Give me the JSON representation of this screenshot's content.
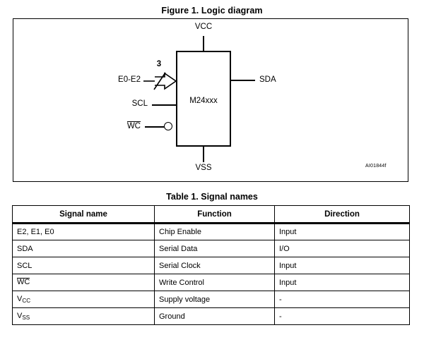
{
  "figure": {
    "title": "Figure 1. Logic diagram",
    "chip_label": "M24xxx",
    "reference_code": "AI01844f",
    "pins": {
      "vcc": "VCC",
      "vss": "VSS",
      "sda": "SDA",
      "scl": "SCL",
      "wc": "WC",
      "e_bus": "E0-E2",
      "bus_width": "3"
    }
  },
  "table": {
    "title": "Table 1. Signal names",
    "headers": [
      "Signal name",
      "Function",
      "Direction"
    ],
    "rows": [
      {
        "name": "E2, E1, E0",
        "name_overline": false,
        "function": "Chip Enable",
        "direction": "Input"
      },
      {
        "name": "SDA",
        "name_overline": false,
        "function": "Serial Data",
        "direction": "I/O"
      },
      {
        "name": "SCL",
        "name_overline": false,
        "function": "Serial Clock",
        "direction": "Input"
      },
      {
        "name": "WC",
        "name_overline": true,
        "function": "Write Control",
        "direction": "Input"
      },
      {
        "name": "V",
        "name_sub": "CC",
        "function": "Supply voltage",
        "direction": "-"
      },
      {
        "name": "V",
        "name_sub": "SS",
        "function": "Ground",
        "direction": "-"
      }
    ]
  },
  "colors": {
    "ink": "#000000",
    "page": "#ffffff"
  }
}
